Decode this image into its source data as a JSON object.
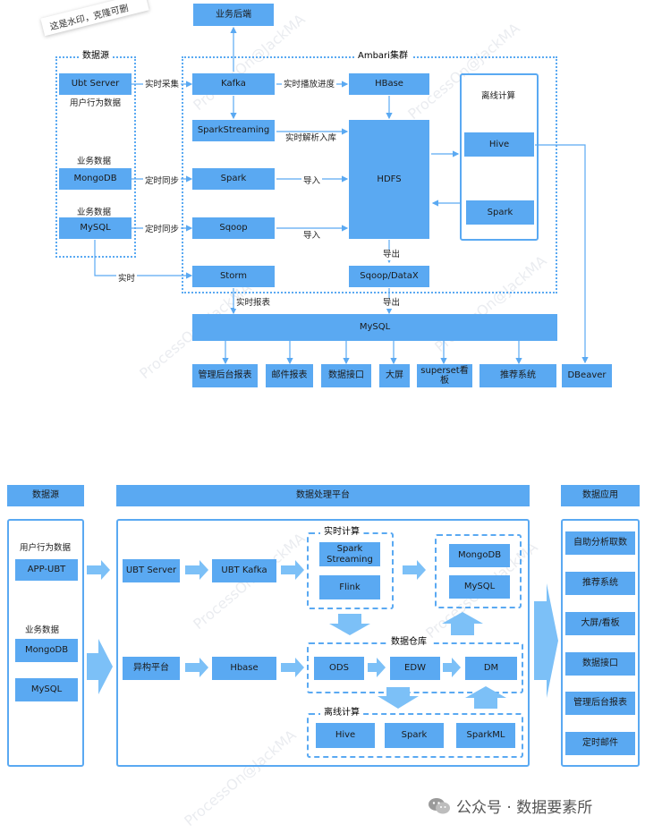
{
  "stamp": "这是水印，克隆可删",
  "watermark": "ProcessOn@JackMA",
  "top": {
    "biz_backend": "业务后端",
    "sources": {
      "title": "数据源",
      "ubt": "Ubt Server",
      "ubt_label": "用户行为数据",
      "mongo_label": "业务数据",
      "mongo": "MongoDB",
      "mysql_label": "业务数据",
      "mysql": "MySQL"
    },
    "ambari": {
      "title": "Ambari集群",
      "kafka": "Kafka",
      "hbase": "HBase",
      "sparkstreaming": "SparkStreaming",
      "spark": "Spark",
      "sqoop": "Sqoop",
      "storm": "Storm",
      "hdfs": "HDFS",
      "sqoop_datax": "Sqoop/DataX"
    },
    "offline": {
      "title": "离线计算",
      "hive": "Hive",
      "spark": "Spark"
    },
    "edges": {
      "realtime_collect": "实时采集",
      "realtime_progress": "实时播放进度",
      "realtime_parse": "实时解析入库",
      "sched_sync1": "定时同步",
      "sched_sync2": "定时同步",
      "import1": "导入",
      "import2": "导入",
      "realtime": "实时",
      "export1": "导出",
      "export2": "导出",
      "realtime_report": "实时报表"
    },
    "mysql_main": "MySQL",
    "outputs": [
      "管理后台报表",
      "邮件报表",
      "数据接口",
      "大屏",
      "superset看板",
      "推荐系统"
    ],
    "dbeaver": "DBeaver"
  },
  "bottom": {
    "col_sources": "数据源",
    "col_platform": "数据处理平台",
    "col_apps": "数据应用",
    "user_behavior": "用户行为数据",
    "app_ubt": "APP-UBT",
    "biz_data": "业务数据",
    "mongodb": "MongoDB",
    "mysql": "MySQL",
    "ubt_server": "UBT Server",
    "ubt_kafka": "UBT Kafka",
    "hetero": "异构平台",
    "hbase": "Hbase",
    "realtime_title": "实时计算",
    "spark_streaming": "Spark Streaming",
    "flink": "Flink",
    "sink_mongodb": "MongoDB",
    "sink_mysql": "MySQL",
    "dw_title": "数据仓库",
    "ods": "ODS",
    "edw": "EDW",
    "dm": "DM",
    "offline_title": "离线计算",
    "hive": "Hive",
    "spark": "Spark",
    "sparkml": "SparkML",
    "apps": [
      "自助分析取数",
      "推荐系统",
      "大屏/看板",
      "数据接口",
      "管理后台报表",
      "定时邮件"
    ]
  },
  "footer": {
    "text": "公众号 · 数据要素所"
  },
  "colors": {
    "accent": "#5aa9f2",
    "accent_light": "#7cc0f7"
  }
}
